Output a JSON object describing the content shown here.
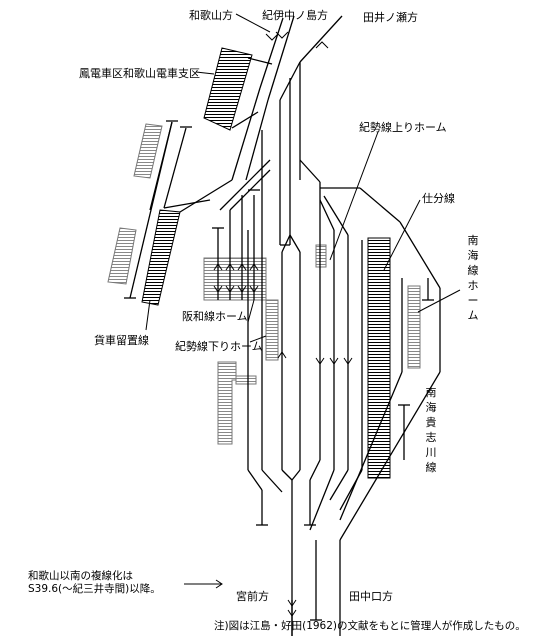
{
  "destinations": {
    "wakayama": "和歌山方",
    "kii_nakanoshima": "紀伊中ノ島方",
    "tainose": "田井ノ瀬方",
    "miyamae": "宮前方",
    "tanakaguchi": "田中口方"
  },
  "facilities": {
    "depot": "鳳電車区和歌山電車支区",
    "kisei_up_platform": "紀勢線上りホーム",
    "sorting_track": "仕分線",
    "nankai_platform": "南海線ホーム",
    "nankai_kishigawa": "南海貴志川線",
    "hanwa_platform": "阪和線ホーム",
    "kisei_down_platform": "紀勢線下りホーム",
    "freight_siding": "貨車留置線"
  },
  "notes": {
    "double_track_line1": "和歌山以南の複線化は",
    "double_track_line2": "S39.6(〜紀三井寺間)以降。",
    "source": "注)図は江島・好田(1962)の文献をもとに管理人が作成したもの。"
  }
}
